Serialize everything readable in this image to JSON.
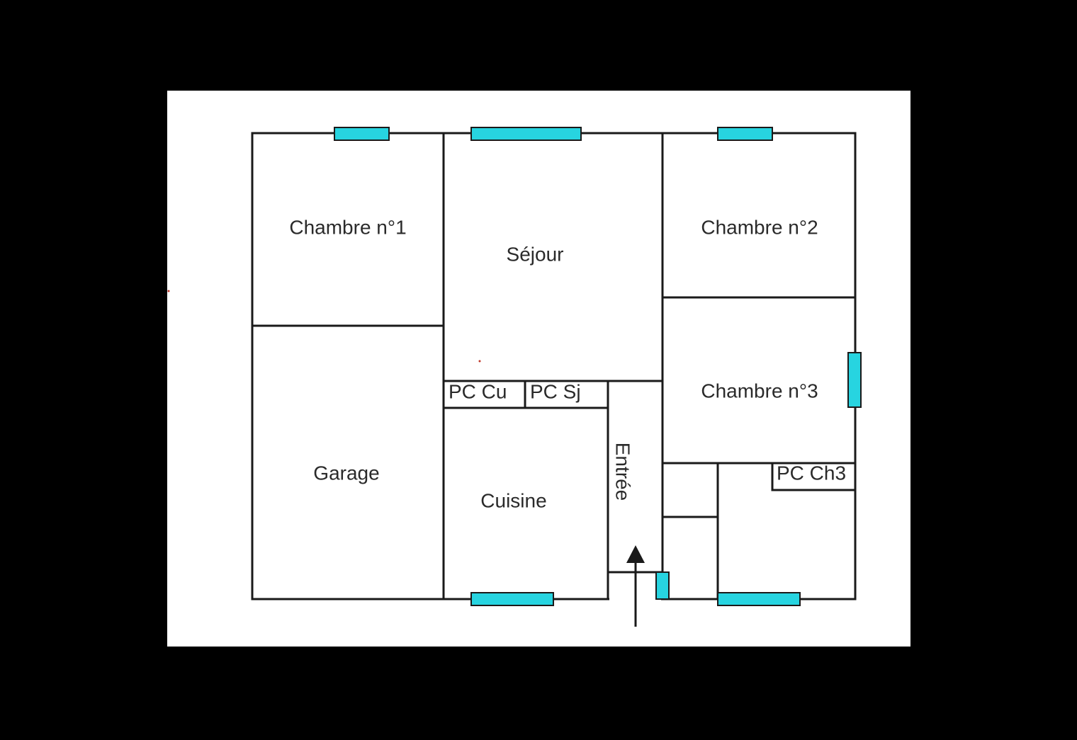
{
  "floor_plan": {
    "colors": {
      "background": "#000000",
      "paper": "#ffffff",
      "wall": "#1a1a1a",
      "window": "#27d4e0",
      "label": "#2a2a2a"
    },
    "rooms": {
      "chambre1": "Chambre n°1",
      "sejour": "Séjour",
      "chambre2": "Chambre n°2",
      "chambre3": "Chambre n°3",
      "garage": "Garage",
      "cuisine": "Cuisine",
      "entree": "Entrée",
      "pc_cu": "PC Cu",
      "pc_sj": "PC Sj",
      "pc_ch3": "PC Ch3"
    }
  }
}
